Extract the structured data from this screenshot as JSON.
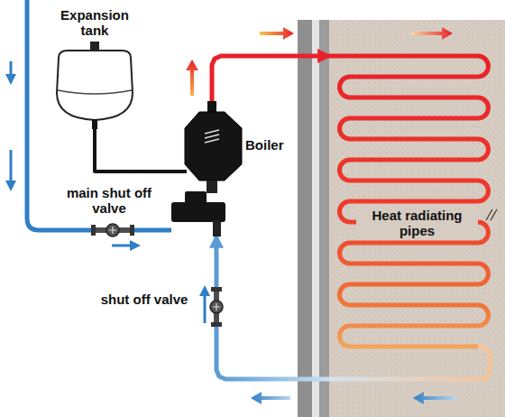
{
  "diagram": {
    "nodes": [
      {
        "text": [
          "Expansion tank"
        ]
      },
      {
        "text": [
          "Boiler"
        ]
      },
      {
        "text": [
          "Heat radiating pipes"
        ]
      }
    ],
    "edges": [
      {
        "from": 0,
        "to": 1,
        "arrow": "none"
      },
      {
        "from": 1,
        "to": 2,
        "arrow": "to"
      },
      {
        "from": 2,
        "to": 1,
        "arrow": "to"
      }
    ],
    "labels": [
      "main shut off valve",
      "shut off valve"
    ]
  }
}
